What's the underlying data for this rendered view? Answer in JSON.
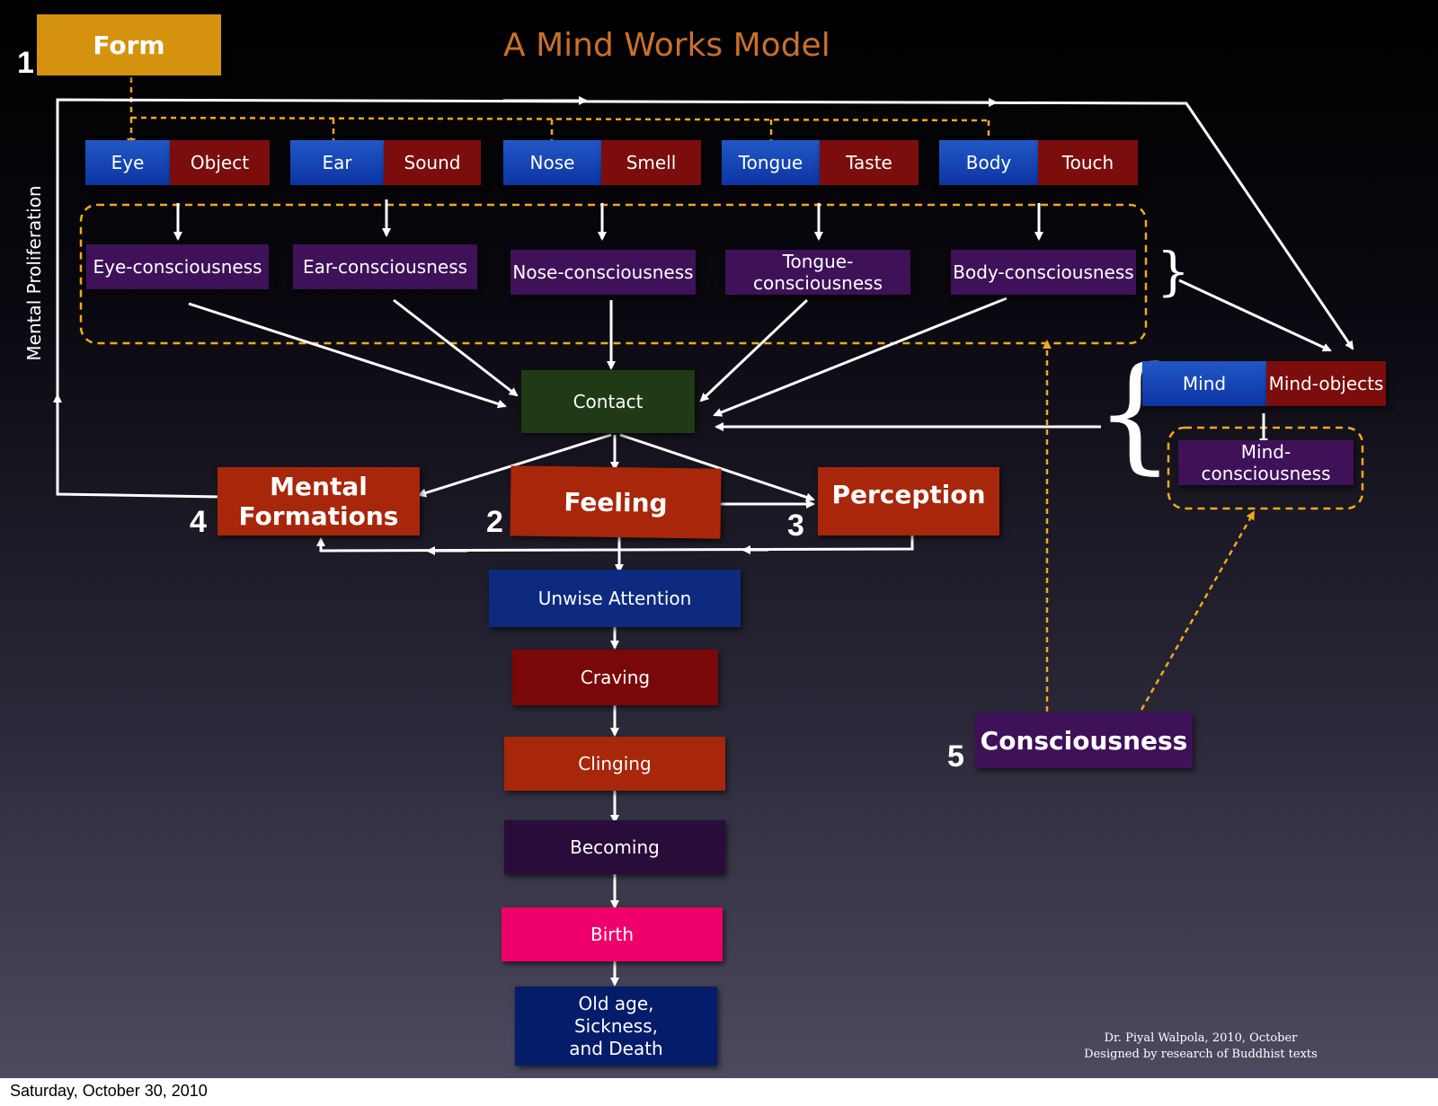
{
  "title": "A Mind Works Model",
  "form": "Form",
  "step_numbers": {
    "one": "1",
    "two": "2",
    "three": "3",
    "four": "4",
    "five": "5"
  },
  "side_label": "Mental Proliferation",
  "senses": [
    {
      "organ": "Eye",
      "object": "Object",
      "consciousness": "Eye-consciousness"
    },
    {
      "organ": "Ear",
      "object": "Sound",
      "consciousness": "Ear-consciousness"
    },
    {
      "organ": "Nose",
      "object": "Smell",
      "consciousness": "Nose-consciousness"
    },
    {
      "organ": "Tongue",
      "object": "Taste",
      "consciousness": "Tongue-consciousness"
    },
    {
      "organ": "Body",
      "object": "Touch",
      "consciousness": "Body-consciousness"
    }
  ],
  "mind": {
    "organ": "Mind",
    "object": "Mind-objects",
    "consciousness": "Mind-consciousness"
  },
  "brace_small": "}",
  "brace_large": "{",
  "contact": "Contact",
  "mental_formations": "Mental Formations",
  "feeling": "Feeling",
  "perception": "Perception",
  "consciousness": "Consciousness",
  "chain": [
    "Unwise Attention",
    "Craving",
    "Clinging",
    "Becoming",
    "Birth",
    "Old age,\nSickness,\nand Death"
  ],
  "credit": {
    "line1": "Dr. Piyal Walpola, 2010, October",
    "line2": "Designed by research of Buddhist texts"
  },
  "footer_date": "Saturday, October 30, 2010",
  "colors": {
    "form_gold": "#d4920e",
    "title_orange": "#c9702a",
    "sense_blue": "#1a4ab8",
    "object_red": "#7c0d0d",
    "consciousness_purple": "#3f1159",
    "contact_green": "#1f3a14",
    "aggregate_orange": "#a8260a",
    "birth_pink": "#f0006a",
    "dashed_gold": "#f0a820"
  }
}
